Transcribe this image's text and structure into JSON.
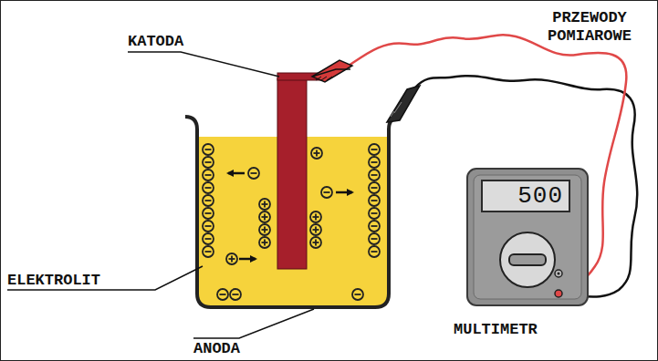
{
  "diagram": {
    "nodes": [
      {
        "text": [
          "500"
        ]
      }
    ],
    "labels": [
      "KATODA",
      "PRZEWODY POMIAROWE",
      "ELEKTROLIT",
      "ANODA",
      "MULTIMETR"
    ]
  }
}
